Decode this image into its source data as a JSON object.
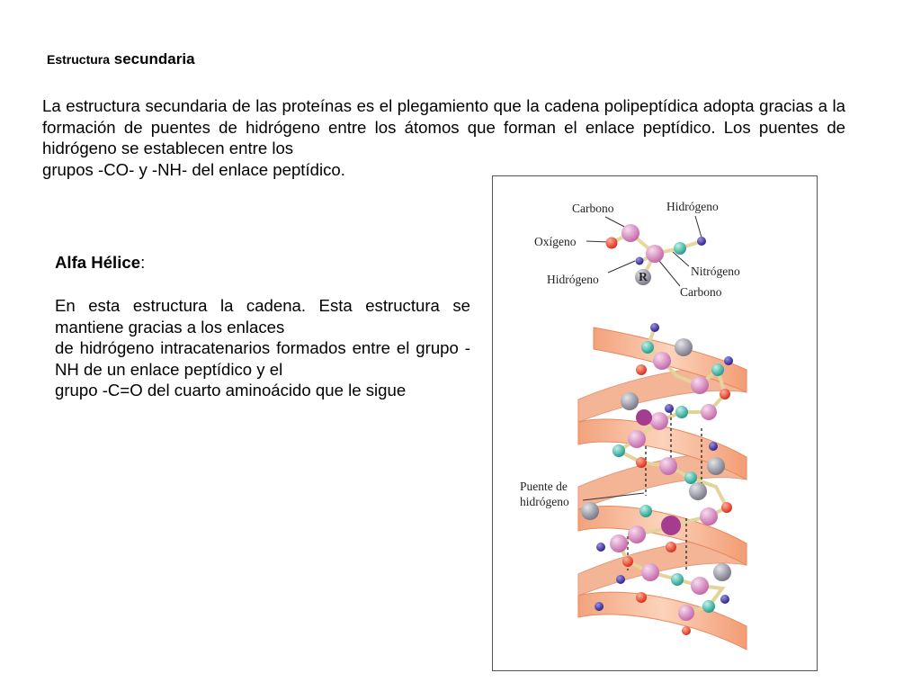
{
  "slide": {
    "title_small": "Estructura",
    "title_main": "secundaria",
    "intro_lines": [
      "La estructura secundaria de las proteínas es el plegamiento que la cadena polipeptídica adopta gracias a la formación de puentes de hidrógeno entre los átomos que forman el enlace peptídico. Los puentes de hidrógeno se establecen entre los",
      "grupos -CO- y -NH- del enlace peptídico."
    ],
    "alfa_heading": "Alfa Hélice",
    "alfa_colon": ":",
    "alfa_lines": [
      "En esta estructura la cadena. Esta estructura se mantiene gracias a los enlaces",
      "de hidrógeno intracatenarios formados entre el grupo -NH de un enlace peptídico y el",
      "grupo -C=O del cuarto aminoácido que le sigue"
    ]
  },
  "figure": {
    "labels": {
      "carbono_top": "Carbono",
      "hidrogeno_top": "Hidrógeno",
      "oxigeno": "Oxígeno",
      "nitrogeno": "Nitrógeno",
      "hidrogeno_left": "Hidrógeno",
      "carbono_bottom": "Carbono",
      "r_group": "R",
      "puente_line1": "Puente de",
      "puente_line2": "hidrógeno"
    },
    "colors": {
      "carbon": "#d98bc4",
      "oxygen": "#e8412a",
      "nitrogen": "#3fbfae",
      "hydrogen": "#4a3aa8",
      "r_group": "#8e8e9a",
      "ribbon": "#f6b38f",
      "ribbon_edge": "#e68a5e"
    }
  }
}
